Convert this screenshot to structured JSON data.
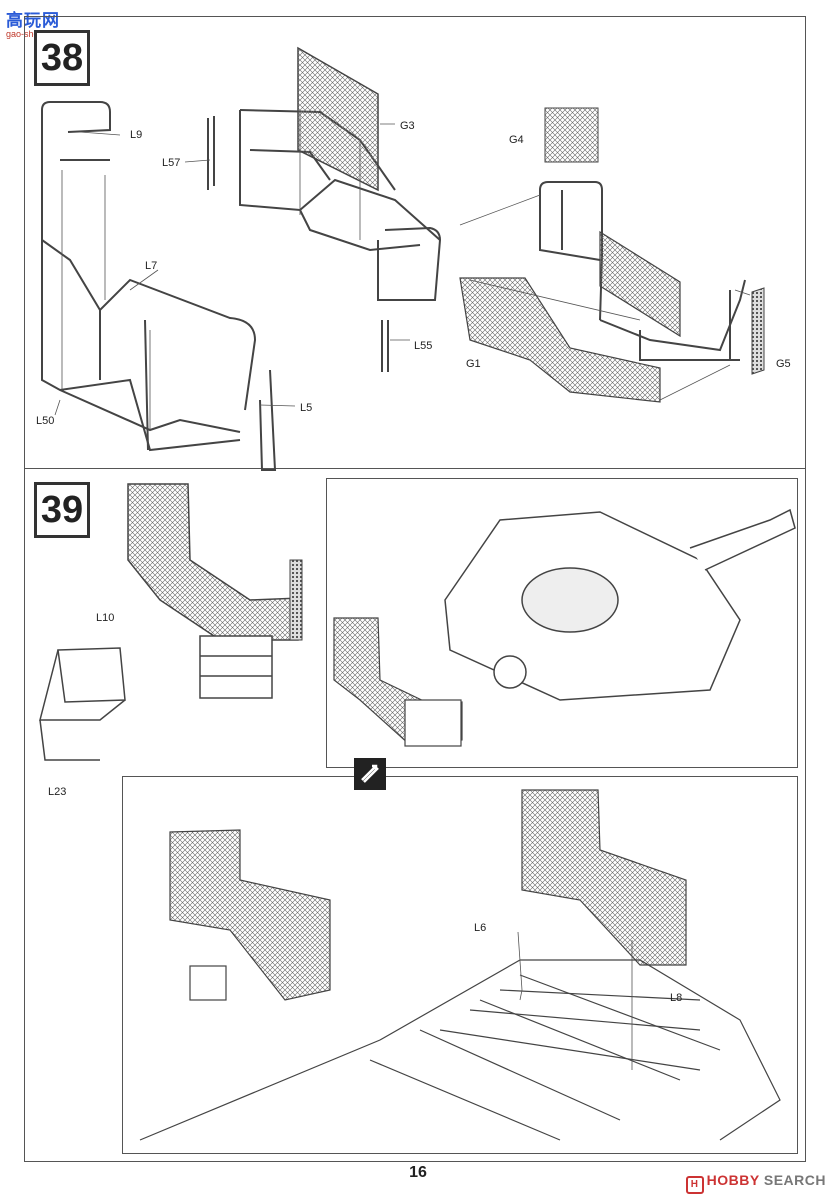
{
  "watermark": {
    "main": "高玩网",
    "sub": "gao-shou.com"
  },
  "steps": [
    {
      "number": "38"
    },
    {
      "number": "39"
    }
  ],
  "labels": {
    "L9": "L9",
    "L57": "L57",
    "G3": "G3",
    "G4": "G4",
    "L7": "L7",
    "L55": "L55",
    "G1": "G1",
    "G5": "G5",
    "L50": "L50",
    "L5": "L5",
    "L10": "L10",
    "L23": "L23",
    "L6": "L6",
    "L8": "L8"
  },
  "footer": {
    "page_number": "16",
    "brand_prefix": "HOBBY",
    "brand_suffix": "SEARCH",
    "logo_icon": "hobbysearch-logo-icon"
  },
  "colors": {
    "line": "#444444",
    "mesh": "#888888",
    "frame": "#555555"
  }
}
